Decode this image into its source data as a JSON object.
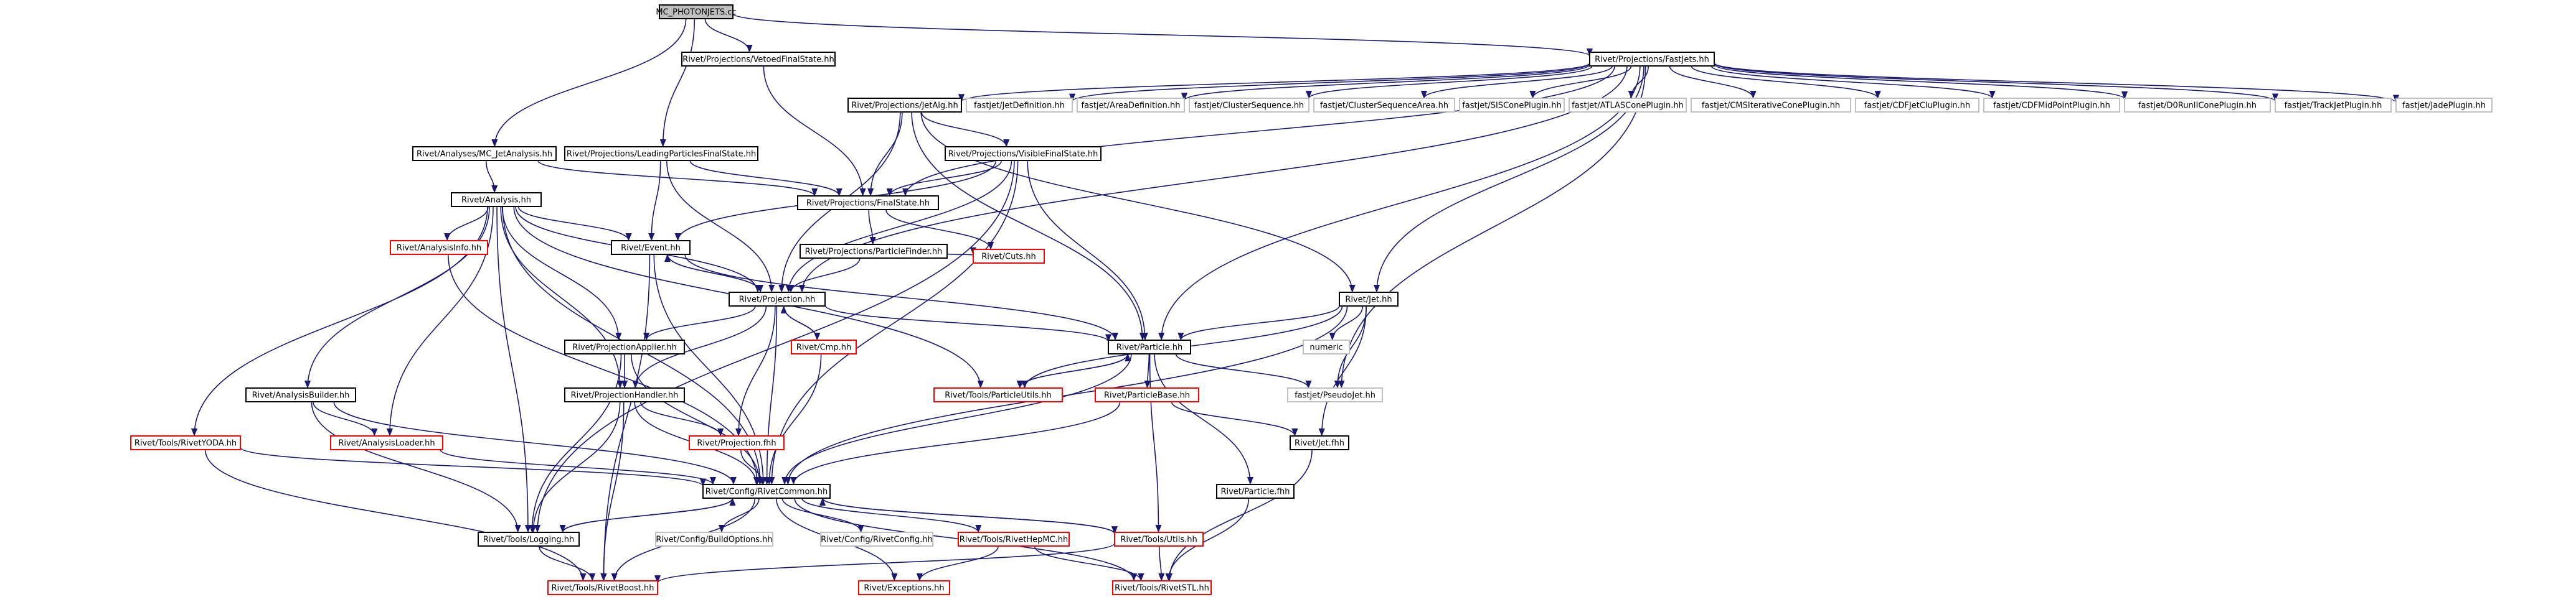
{
  "colors": {
    "edge": "#191970",
    "root_fill": "#bfbfbf",
    "root_border": "#000000",
    "documented_border": "#000000",
    "undocumented_border": "#ff0000",
    "external_border": "#bfbfbf",
    "node_fill": "#ffffff"
  },
  "nodes": [
    {
      "id": "mc",
      "label": "MC_PHOTONJETS.cc",
      "kind": "root"
    },
    {
      "id": "vetoed",
      "label": "Rivet/Projections/VetoedFinalState.hh",
      "kind": "documented"
    },
    {
      "id": "fastjets",
      "label": "Rivet/Projections/FastJets.hh",
      "kind": "documented"
    },
    {
      "id": "jetalg",
      "label": "Rivet/Projections/JetAlg.hh",
      "kind": "documented"
    },
    {
      "id": "fj_jetdef",
      "label": "fastjet/JetDefinition.hh",
      "kind": "external"
    },
    {
      "id": "fj_areadef",
      "label": "fastjet/AreaDefinition.hh",
      "kind": "external"
    },
    {
      "id": "fj_cs",
      "label": "fastjet/ClusterSequence.hh",
      "kind": "external"
    },
    {
      "id": "fj_csa",
      "label": "fastjet/ClusterSequenceArea.hh",
      "kind": "external"
    },
    {
      "id": "fj_siscone",
      "label": "fastjet/SISConePlugin.hh",
      "kind": "external"
    },
    {
      "id": "fj_atlas",
      "label": "fastjet/ATLASConePlugin.hh",
      "kind": "external"
    },
    {
      "id": "fj_cmsit",
      "label": "fastjet/CMSIterativeConePlugin.hh",
      "kind": "external"
    },
    {
      "id": "fj_cdfjetclu",
      "label": "fastjet/CDFJetCluPlugin.hh",
      "kind": "external"
    },
    {
      "id": "fj_cdfmid",
      "label": "fastjet/CDFMidPointPlugin.hh",
      "kind": "external"
    },
    {
      "id": "fj_d0run",
      "label": "fastjet/D0RunIIConePlugin.hh",
      "kind": "external"
    },
    {
      "id": "fj_trackjet",
      "label": "fastjet/TrackJetPlugin.hh",
      "kind": "external"
    },
    {
      "id": "fj_jade",
      "label": "fastjet/JadePlugin.hh",
      "kind": "external"
    },
    {
      "id": "mcjet",
      "label": "Rivet/Analyses/MC_JetAnalysis.hh",
      "kind": "documented"
    },
    {
      "id": "leading",
      "label": "Rivet/Projections/LeadingParticlesFinalState.hh",
      "kind": "documented"
    },
    {
      "id": "visible",
      "label": "Rivet/Projections/VisibleFinalState.hh",
      "kind": "documented"
    },
    {
      "id": "analysis",
      "label": "Rivet/Analysis.hh",
      "kind": "documented"
    },
    {
      "id": "finalstate",
      "label": "Rivet/Projections/FinalState.hh",
      "kind": "documented"
    },
    {
      "id": "analysisinfo",
      "label": "Rivet/AnalysisInfo.hh",
      "kind": "undocumented"
    },
    {
      "id": "event",
      "label": "Rivet/Event.hh",
      "kind": "documented"
    },
    {
      "id": "particlefinder",
      "label": "Rivet/Projections/ParticleFinder.hh",
      "kind": "documented"
    },
    {
      "id": "cuts",
      "label": "Rivet/Cuts.hh",
      "kind": "undocumented"
    },
    {
      "id": "projection",
      "label": "Rivet/Projection.hh",
      "kind": "documented"
    },
    {
      "id": "jet",
      "label": "Rivet/Jet.hh",
      "kind": "documented"
    },
    {
      "id": "projapplier",
      "label": "Rivet/ProjectionApplier.hh",
      "kind": "documented"
    },
    {
      "id": "cmp",
      "label": "Rivet/Cmp.hh",
      "kind": "undocumented"
    },
    {
      "id": "particle",
      "label": "Rivet/Particle.hh",
      "kind": "documented"
    },
    {
      "id": "numeric",
      "label": "numeric",
      "kind": "external"
    },
    {
      "id": "analysisbuilder",
      "label": "Rivet/AnalysisBuilder.hh",
      "kind": "documented"
    },
    {
      "id": "projhandler",
      "label": "Rivet/ProjectionHandler.hh",
      "kind": "documented"
    },
    {
      "id": "particleutils",
      "label": "Rivet/Tools/ParticleUtils.hh",
      "kind": "undocumented"
    },
    {
      "id": "particlebase",
      "label": "Rivet/ParticleBase.hh",
      "kind": "undocumented"
    },
    {
      "id": "pseudojet",
      "label": "fastjet/PseudoJet.hh",
      "kind": "external"
    },
    {
      "id": "rivetyoda",
      "label": "Rivet/Tools/RivetYODA.hh",
      "kind": "undocumented"
    },
    {
      "id": "analysisloader",
      "label": "Rivet/AnalysisLoader.hh",
      "kind": "undocumented"
    },
    {
      "id": "projectionfhh",
      "label": "Rivet/Projection.fhh",
      "kind": "undocumented"
    },
    {
      "id": "jetfhh",
      "label": "Rivet/Jet.fhh",
      "kind": "documented"
    },
    {
      "id": "particlefhh",
      "label": "Rivet/Particle.fhh",
      "kind": "documented"
    },
    {
      "id": "rivetcommon",
      "label": "Rivet/Config/RivetCommon.hh",
      "kind": "documented"
    },
    {
      "id": "logging",
      "label": "Rivet/Tools/Logging.hh",
      "kind": "documented"
    },
    {
      "id": "buildoptions",
      "label": "Rivet/Config/BuildOptions.hh",
      "kind": "external"
    },
    {
      "id": "rivetconfig",
      "label": "Rivet/Config/RivetConfig.hh",
      "kind": "external"
    },
    {
      "id": "rivethepmc",
      "label": "Rivet/Tools/RivetHepMC.hh",
      "kind": "undocumented"
    },
    {
      "id": "utils",
      "label": "Rivet/Tools/Utils.hh",
      "kind": "undocumented"
    },
    {
      "id": "rivetboost",
      "label": "Rivet/Tools/RivetBoost.hh",
      "kind": "undocumented"
    },
    {
      "id": "exceptions",
      "label": "Rivet/Exceptions.hh",
      "kind": "undocumented"
    },
    {
      "id": "rivetstl",
      "label": "Rivet/Tools/RivetSTL.hh",
      "kind": "undocumented"
    }
  ],
  "edges": [
    [
      "mc",
      "vetoed"
    ],
    [
      "mc",
      "fastjets"
    ],
    [
      "mc",
      "mcjet"
    ],
    [
      "mc",
      "leading"
    ],
    [
      "fastjets",
      "jetalg"
    ],
    [
      "fastjets",
      "fj_jetdef"
    ],
    [
      "fastjets",
      "fj_areadef"
    ],
    [
      "fastjets",
      "fj_cs"
    ],
    [
      "fastjets",
      "fj_csa"
    ],
    [
      "fastjets",
      "fj_siscone"
    ],
    [
      "fastjets",
      "fj_atlas"
    ],
    [
      "fastjets",
      "fj_cmsit"
    ],
    [
      "fastjets",
      "fj_cdfjetclu"
    ],
    [
      "fastjets",
      "fj_cdfmid"
    ],
    [
      "fastjets",
      "fj_d0run"
    ],
    [
      "fastjets",
      "fj_trackjet"
    ],
    [
      "fastjets",
      "fj_jade"
    ],
    [
      "fastjets",
      "finalstate"
    ],
    [
      "fastjets",
      "projection"
    ],
    [
      "fastjets",
      "particle"
    ],
    [
      "fastjets",
      "jet"
    ],
    [
      "fastjets",
      "pseudojet"
    ],
    [
      "vetoed",
      "finalstate"
    ],
    [
      "mcjet",
      "analysis"
    ],
    [
      "mcjet",
      "finalstate"
    ],
    [
      "leading",
      "finalstate"
    ],
    [
      "leading",
      "event"
    ],
    [
      "leading",
      "projection"
    ],
    [
      "jetalg",
      "visible"
    ],
    [
      "jetalg",
      "finalstate"
    ],
    [
      "jetalg",
      "projection"
    ],
    [
      "jetalg",
      "jet"
    ],
    [
      "jetalg",
      "particle"
    ],
    [
      "visible",
      "finalstate"
    ],
    [
      "visible",
      "event"
    ],
    [
      "visible",
      "projection"
    ],
    [
      "visible",
      "particle"
    ],
    [
      "visible",
      "rivetcommon"
    ],
    [
      "visible",
      "logging"
    ],
    [
      "finalstate",
      "particlefinder"
    ],
    [
      "finalstate",
      "cuts"
    ],
    [
      "particlefinder",
      "projection"
    ],
    [
      "particlefinder",
      "cuts"
    ],
    [
      "analysis",
      "analysisinfo"
    ],
    [
      "analysis",
      "event"
    ],
    [
      "analysis",
      "projection"
    ],
    [
      "analysis",
      "projapplier"
    ],
    [
      "analysis",
      "projhandler"
    ],
    [
      "analysis",
      "analysisbuilder"
    ],
    [
      "analysis",
      "analysisloader"
    ],
    [
      "analysis",
      "rivetyoda"
    ],
    [
      "analysis",
      "particleutils"
    ],
    [
      "analysis",
      "logging"
    ],
    [
      "analysis",
      "rivetcommon"
    ],
    [
      "analysisinfo",
      "rivetcommon"
    ],
    [
      "event",
      "projection"
    ],
    [
      "event",
      "particle"
    ],
    [
      "event",
      "rivetcommon"
    ],
    [
      "event",
      "rivetboost"
    ],
    [
      "projection",
      "event"
    ],
    [
      "projection",
      "projapplier"
    ],
    [
      "projection",
      "projhandler"
    ],
    [
      "projection",
      "cmp"
    ],
    [
      "projection",
      "projectionfhh"
    ],
    [
      "projection",
      "particle"
    ],
    [
      "projection",
      "rivetcommon"
    ],
    [
      "cmp",
      "projection"
    ],
    [
      "cmp",
      "rivetcommon"
    ],
    [
      "jet",
      "particle"
    ],
    [
      "jet",
      "numeric"
    ],
    [
      "jet",
      "pseudojet"
    ],
    [
      "jet",
      "jetfhh"
    ],
    [
      "jet",
      "particleutils"
    ],
    [
      "jet",
      "rivetcommon"
    ],
    [
      "projapplier",
      "projhandler"
    ],
    [
      "projapplier",
      "rivetcommon"
    ],
    [
      "projapplier",
      "logging"
    ],
    [
      "projhandler",
      "projectionfhh"
    ],
    [
      "projhandler",
      "rivetcommon"
    ],
    [
      "projhandler",
      "logging"
    ],
    [
      "projhandler",
      "rivetboost"
    ],
    [
      "particle",
      "particlebase"
    ],
    [
      "particle",
      "particleutils"
    ],
    [
      "particle",
      "pseudojet"
    ],
    [
      "particle",
      "particlefhh"
    ],
    [
      "particle",
      "utils"
    ],
    [
      "particle",
      "rivetcommon"
    ],
    [
      "particleutils",
      "particle"
    ],
    [
      "particlebase",
      "rivetcommon"
    ],
    [
      "particlebase",
      "jetfhh"
    ],
    [
      "analysisbuilder",
      "analysisloader"
    ],
    [
      "analysisbuilder",
      "logging"
    ],
    [
      "analysisbuilder",
      "rivetcommon"
    ],
    [
      "rivetyoda",
      "rivetcommon"
    ],
    [
      "rivetyoda",
      "rivetboost"
    ],
    [
      "analysisloader",
      "rivetcommon"
    ],
    [
      "projectionfhh",
      "rivetcommon"
    ],
    [
      "jetfhh",
      "rivetstl"
    ],
    [
      "particlefhh",
      "rivetstl"
    ],
    [
      "rivetcommon",
      "logging"
    ],
    [
      "rivetcommon",
      "buildoptions"
    ],
    [
      "rivetcommon",
      "rivetconfig"
    ],
    [
      "rivetcommon",
      "rivethepmc"
    ],
    [
      "rivetcommon",
      "utils"
    ],
    [
      "rivetcommon",
      "rivetboost"
    ],
    [
      "rivetcommon",
      "exceptions"
    ],
    [
      "rivetcommon",
      "rivetstl"
    ],
    [
      "logging",
      "rivetcommon"
    ],
    [
      "logging",
      "rivetboost"
    ],
    [
      "rivethepmc",
      "exceptions"
    ],
    [
      "rivethepmc",
      "rivetstl"
    ],
    [
      "utils",
      "rivetstl"
    ],
    [
      "utils",
      "rivetboost"
    ],
    [
      "utils",
      "rivetcommon"
    ]
  ]
}
